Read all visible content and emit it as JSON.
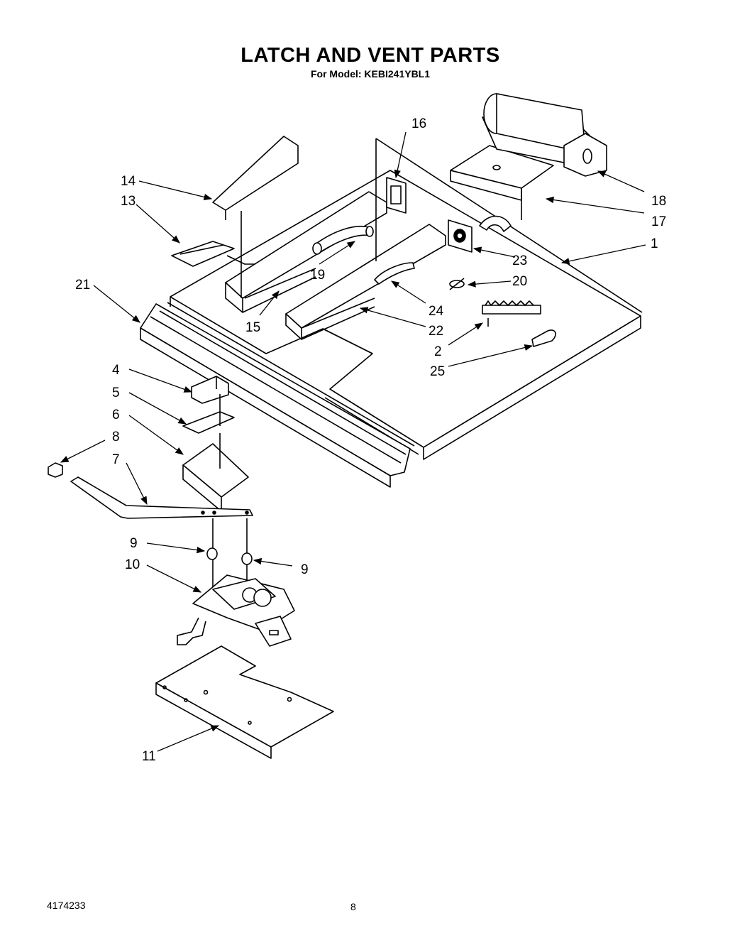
{
  "title": "LATCH AND VENT PARTS",
  "subtitle": "For Model: KEBI241YBL1",
  "footer": {
    "doc_number": "4174233",
    "page_number": "8"
  },
  "callouts": {
    "c1": "1",
    "c2": "2",
    "c4": "4",
    "c5": "5",
    "c6": "6",
    "c7": "7",
    "c8": "8",
    "c9a": "9",
    "c9b": "9",
    "c10": "10",
    "c11": "11",
    "c13": "13",
    "c14": "14",
    "c15": "15",
    "c16": "16",
    "c17": "17",
    "c18": "18",
    "c19": "19",
    "c20": "20",
    "c21": "21",
    "c22": "22",
    "c23": "23",
    "c24": "24",
    "c25": "25"
  }
}
